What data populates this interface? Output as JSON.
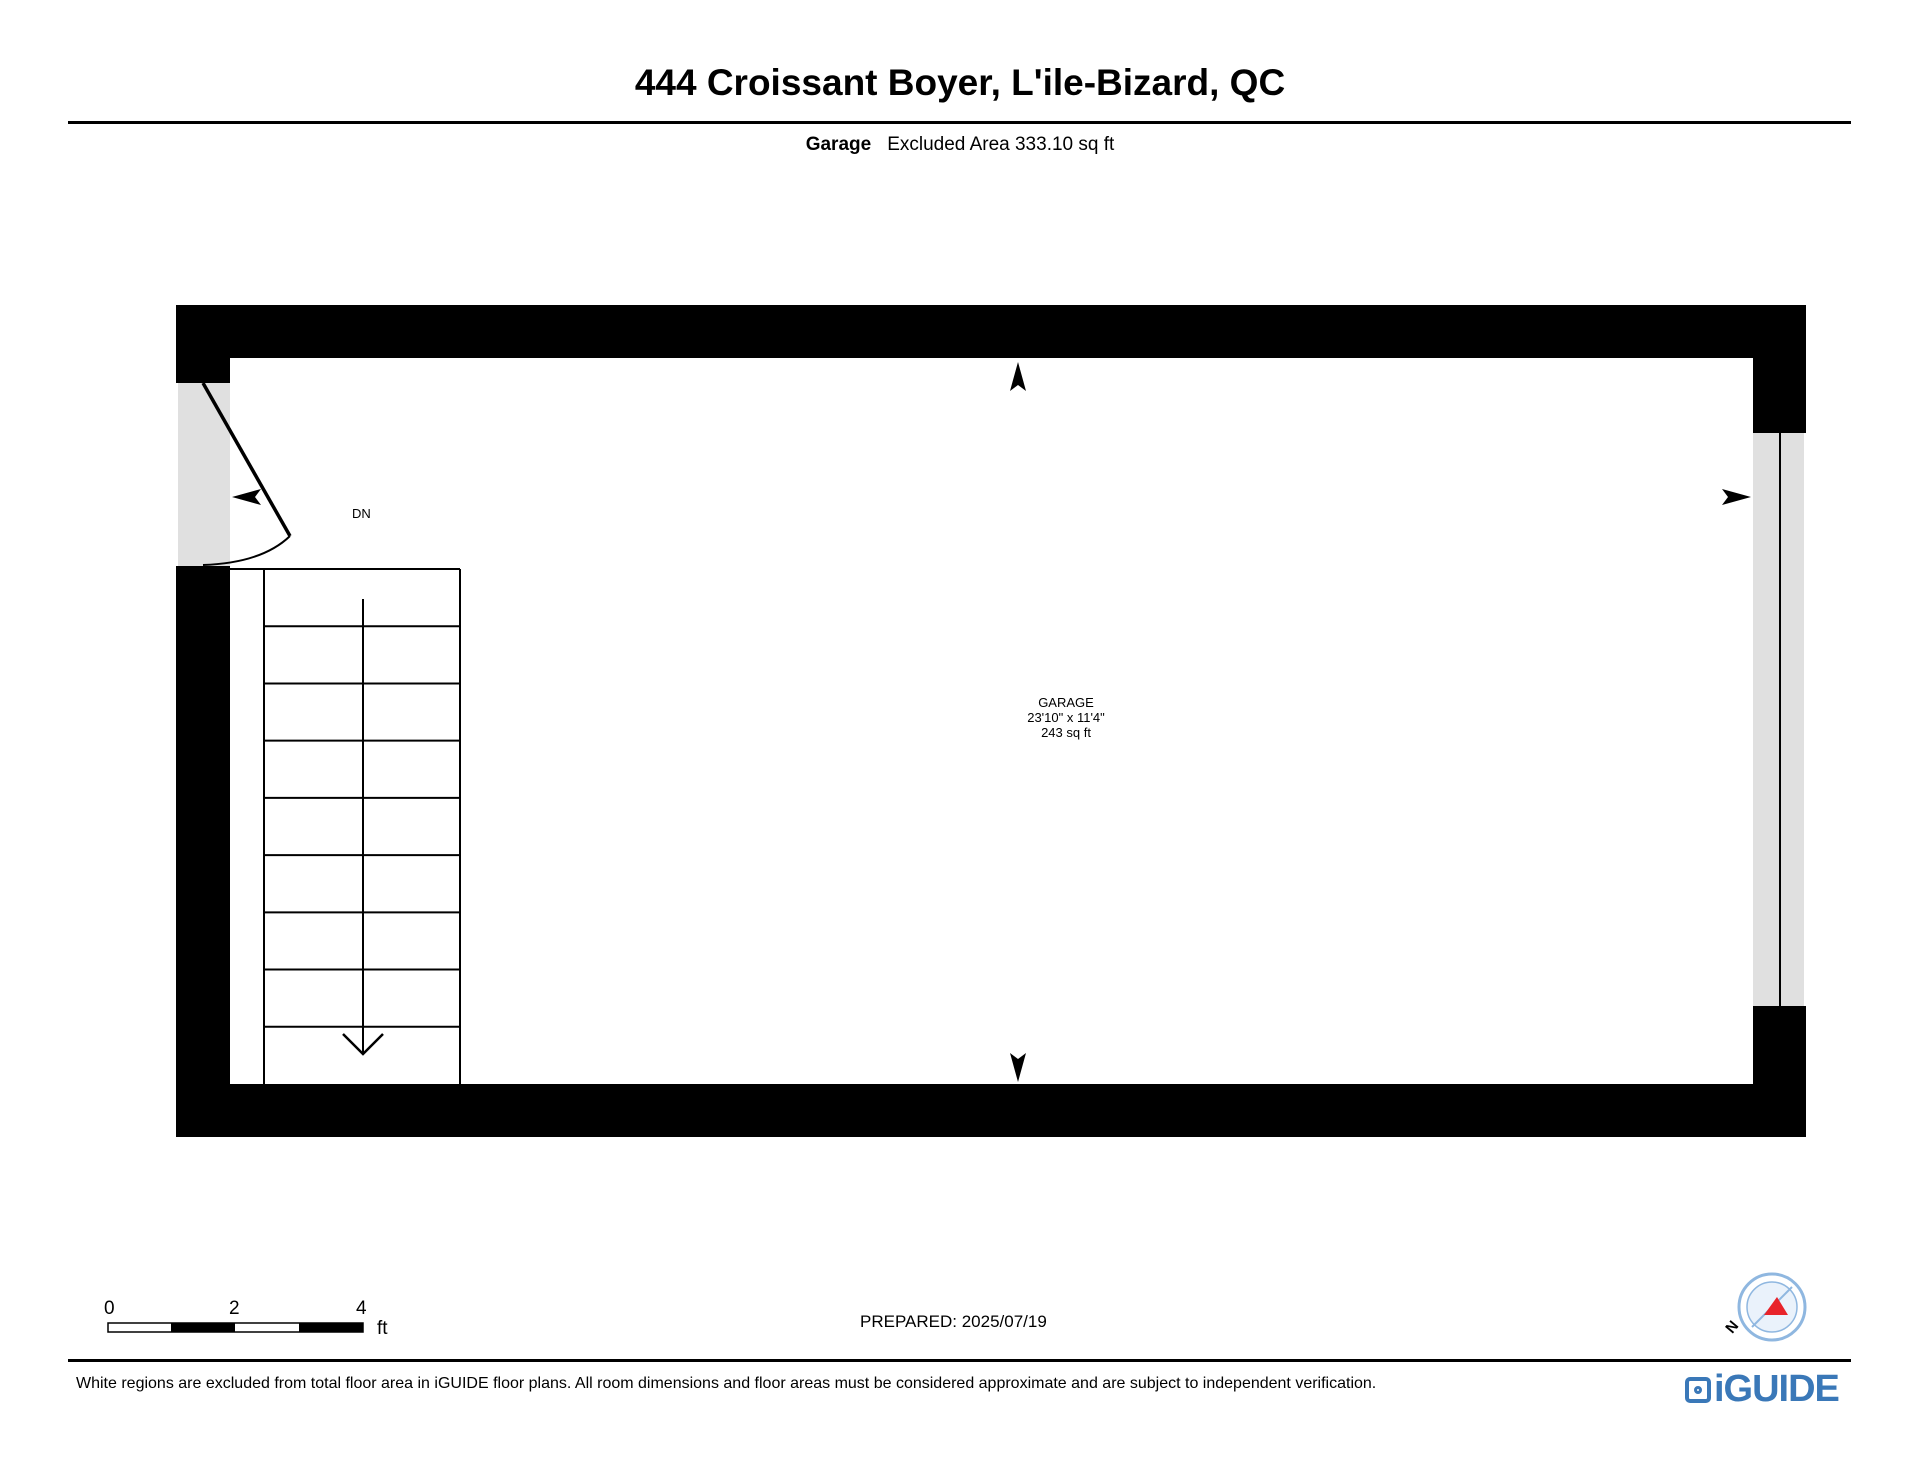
{
  "title": "444 Croissant Boyer, L'ile-Bizard, QC",
  "level": {
    "name": "Garage",
    "area_text": "Excluded Area 333.10 sq ft"
  },
  "room": {
    "name": "GARAGE",
    "dimensions": "23'10\" x 11'4\"",
    "area": "243 sq ft"
  },
  "stair_label": "DN",
  "scale_bar": {
    "ticks": [
      "0",
      "2",
      "4"
    ],
    "unit": "ft"
  },
  "prepared": "PREPARED: 2025/07/19",
  "compass": {
    "label": "N",
    "pointer_color": "#e8232a",
    "ring_color": "#8fb7e0"
  },
  "disclaimer": "White regions are excluded from total floor area in iGUIDE floor plans. All room dimensions and floor areas must be considered approximate and are subject to independent verification.",
  "brand": {
    "name": "iGUIDE",
    "color": "#3a78b8"
  },
  "colors": {
    "wall": "#000000",
    "opening": "#e0e0e0"
  }
}
